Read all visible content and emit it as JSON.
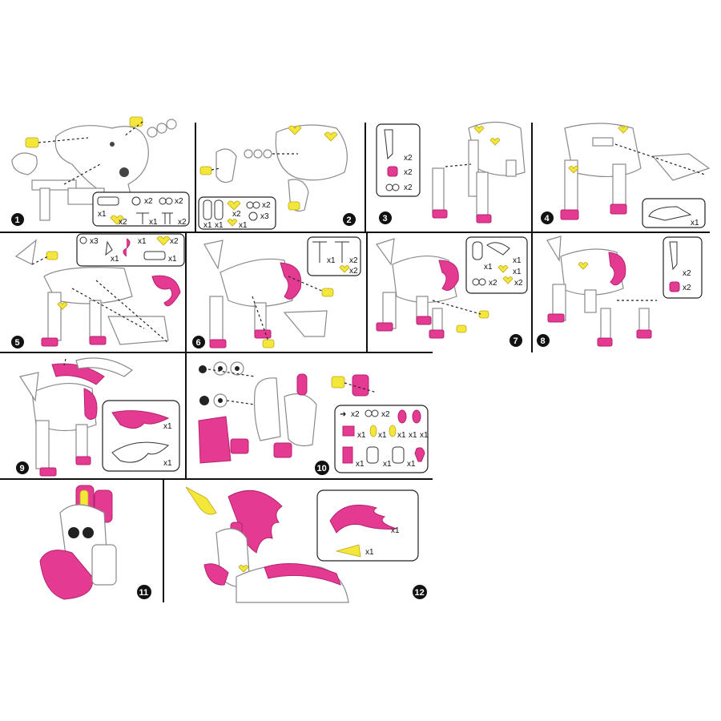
{
  "colors": {
    "pink": "#e43a92",
    "yellow": "#f5e63a",
    "white": "#ffffff",
    "line": "#111111"
  },
  "steps": [
    {
      "number": "1",
      "parts": [
        "x1",
        "x2",
        "x2",
        "x2",
        "x1",
        "x2"
      ]
    },
    {
      "number": "2",
      "parts": [
        "x1",
        "x1",
        "x2",
        "x2",
        "x3",
        "x1"
      ]
    },
    {
      "number": "3",
      "parts": [
        "x2",
        "x2",
        "x2"
      ]
    },
    {
      "number": "4",
      "parts": [
        "x1"
      ]
    },
    {
      "number": "5",
      "parts": [
        "x3",
        "x1",
        "x1",
        "x2",
        "x1"
      ]
    },
    {
      "number": "6",
      "parts": [
        "x1",
        "x2",
        "x2"
      ]
    },
    {
      "number": "7",
      "parts": [
        "x1",
        "x1",
        "x2",
        "x2"
      ]
    },
    {
      "number": "8",
      "parts": [
        "x2",
        "x2"
      ]
    },
    {
      "number": "9",
      "parts": [
        "x1",
        "x1"
      ]
    },
    {
      "number": "10",
      "parts": [
        "x2",
        "x2",
        "x1",
        "x1",
        "x1",
        "x1",
        "x1",
        "x1",
        "x1",
        "x1"
      ]
    },
    {
      "number": "11",
      "parts": []
    },
    {
      "number": "12",
      "parts": [
        "x1",
        "x1"
      ]
    }
  ]
}
